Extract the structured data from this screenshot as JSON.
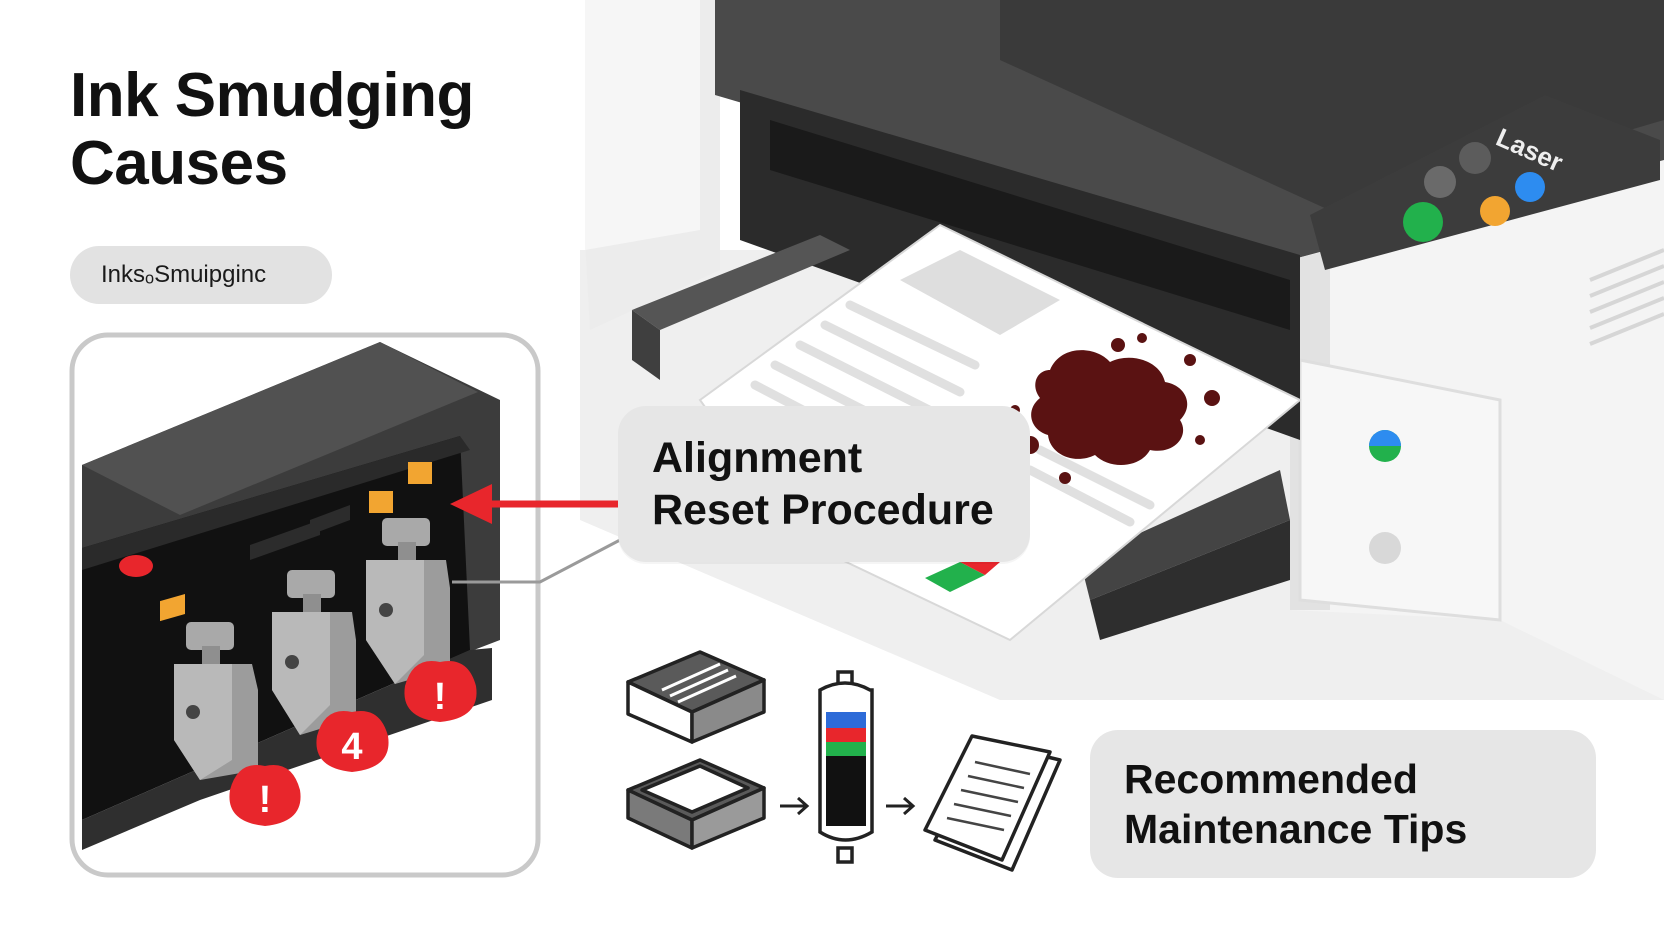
{
  "heading": {
    "line1": "Ink Smudging",
    "line2": "Causes"
  },
  "tag_label": "InksₒSmuipginc",
  "printer": {
    "brand_label": "Laser"
  },
  "callouts": {
    "alignment": {
      "line1": "Alignment",
      "line2": "Reset Procedure"
    },
    "maintenance": {
      "line1": "Recommended",
      "line2": "Maintenance Tips"
    }
  },
  "warnings": {
    "middle_badge": "4",
    "alert_symbol": "!"
  },
  "icons": {
    "cartridge_panel": "cartridge-panel-icon",
    "tray_top": "paper-tray-icon",
    "tray_bottom": "paper-tray-empty-icon",
    "ink_tube": "ink-tube-icon",
    "document": "document-icon",
    "arrow": "arrow-right-icon",
    "warning": "warning-icon"
  },
  "colors": {
    "accent_red": "#e8262c",
    "smudge": "#5a1212",
    "led_green": "#22b14c",
    "led_orange": "#f2a531",
    "led_blue": "#2d8cf0",
    "callout_bg": "#e6e6e6"
  }
}
